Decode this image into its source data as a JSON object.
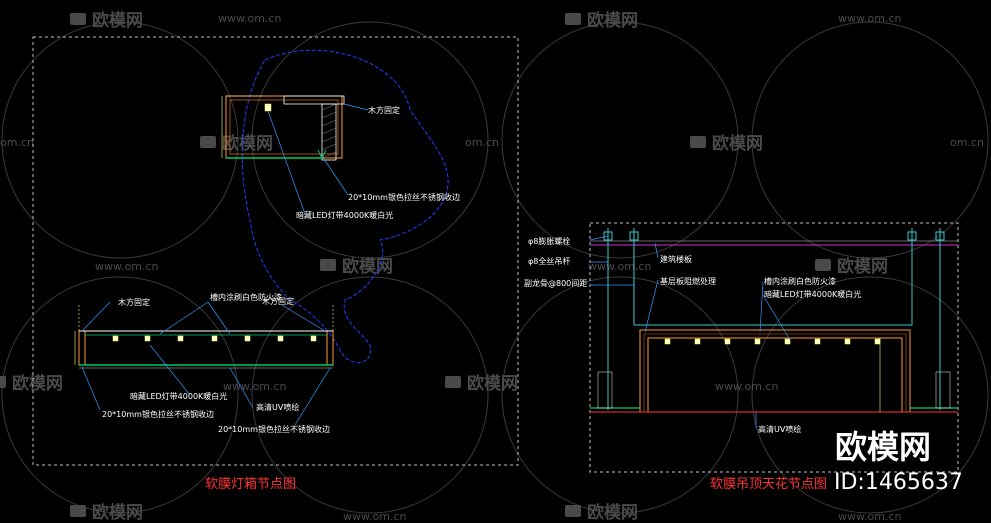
{
  "watermark": {
    "logo_text": "欧模网",
    "url_text": "www.om.cn",
    "url_partial": "om.cn"
  },
  "left_drawing": {
    "title": "软膜灯箱节点图",
    "labels": {
      "fixing": "木方固定",
      "corner_strip": "20*10mm银色拉丝不锈钢收边",
      "led_top": "暗藏LED灯带4000K暖白光",
      "paint": "槽内涂刷白色防火漆",
      "fixing2": "木方固定",
      "led_bottom": "暗藏LED灯带4000K暖白光",
      "strip_left": "20*10mm银色拉丝不锈钢收边",
      "uv_film": "高清UV喷绘",
      "strip_bottom": "20*10mm银色拉丝不锈钢收边"
    }
  },
  "right_drawing": {
    "title": "软膜吊顶天花节点图",
    "labels": {
      "bolt": "φ8膨胀螺栓",
      "rod": "φ8全丝吊杆",
      "keel": "副龙骨@800间距",
      "slab": "建筑楼板",
      "base_board": "基层板阻燃处理",
      "paint": "槽内涂刷白色防火漆",
      "led": "暗藏LED灯带4000K暖白光",
      "uv_film": "高清UV喷绘"
    }
  },
  "brand": {
    "name": "欧模网",
    "id": "ID:1465637"
  },
  "colors": {
    "background": "#000000",
    "watermark": "#4a4a4a",
    "frame_dash": "#bfbfbf",
    "wood": "#ff9933",
    "steel": "#00cc66",
    "leader": "#3399ff",
    "cyan": "#33cccc",
    "magenta": "#cc33cc",
    "title": "#ff3333"
  }
}
